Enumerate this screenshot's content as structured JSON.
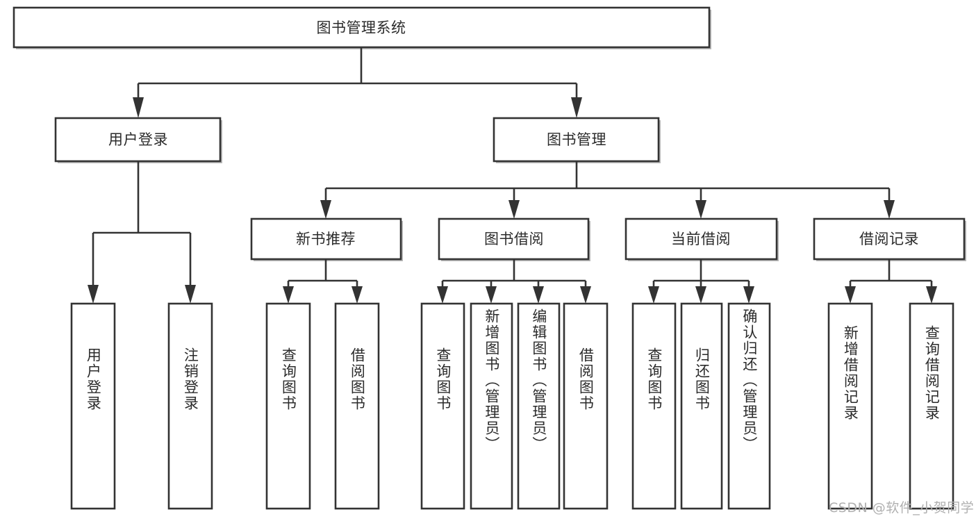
{
  "diagram": {
    "title": "图书管理系统",
    "watermark": "CSDN @软件_小贺同学",
    "colors": {
      "stroke": "#333333",
      "box_fill": "#ffffff",
      "text": "#2b2b2b",
      "shadow": "#b9b9b9",
      "watermark": "#b0b0b0",
      "background": "#ffffff"
    },
    "root": {
      "label": "图书管理系统"
    },
    "level2": [
      {
        "label": "用户登录"
      },
      {
        "label": "图书管理"
      }
    ],
    "level3": [
      {
        "label": "新书推荐"
      },
      {
        "label": "图书借阅"
      },
      {
        "label": "当前借阅"
      },
      {
        "label": "借阅记录"
      }
    ],
    "leaves": {
      "user_login": [
        {
          "label": "用户登录"
        },
        {
          "label": "注销登录"
        }
      ],
      "new_book_recommend": [
        {
          "label": "查询图书"
        },
        {
          "label": "借阅图书"
        }
      ],
      "book_borrow": [
        {
          "label": "查询图书"
        },
        {
          "label": "新增图书（管理员）"
        },
        {
          "label": "编辑图书（管理员）"
        },
        {
          "label": "借阅图书"
        }
      ],
      "current_borrow": [
        {
          "label": "查询图书"
        },
        {
          "label": "归还图书"
        },
        {
          "label": "确认归还（管理员）"
        }
      ],
      "borrow_records": [
        {
          "label": "新增借阅记录"
        },
        {
          "label": "查询借阅记录"
        }
      ]
    }
  }
}
